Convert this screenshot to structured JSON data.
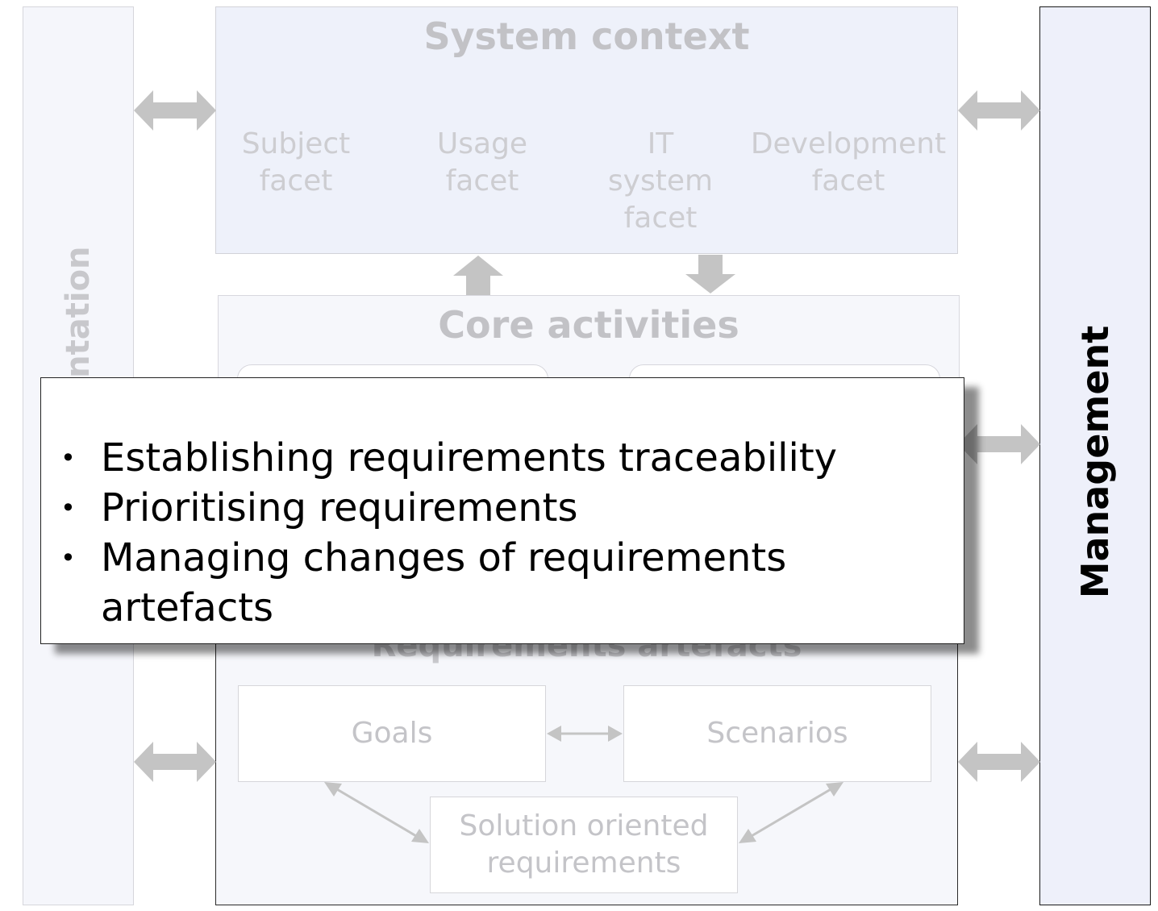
{
  "left_column": {
    "label": "Documentation"
  },
  "system_context": {
    "title": "System context",
    "facets": [
      "Subject\nfacet",
      "Usage\nfacet",
      "IT\nsystem\nfacet",
      "Development\nfacet"
    ]
  },
  "core_activities": {
    "title": "Core activities"
  },
  "requirements_artefacts": {
    "title": "Requirements artefacts",
    "goals": "Goals",
    "scenarios": "Scenarios",
    "solution": "Solution oriented\nrequirements"
  },
  "management": {
    "label": "Management"
  },
  "popup": {
    "items": [
      "Establishing requirements traceability",
      "Prioritising requirements",
      "Managing changes of requirements artefacts"
    ]
  }
}
